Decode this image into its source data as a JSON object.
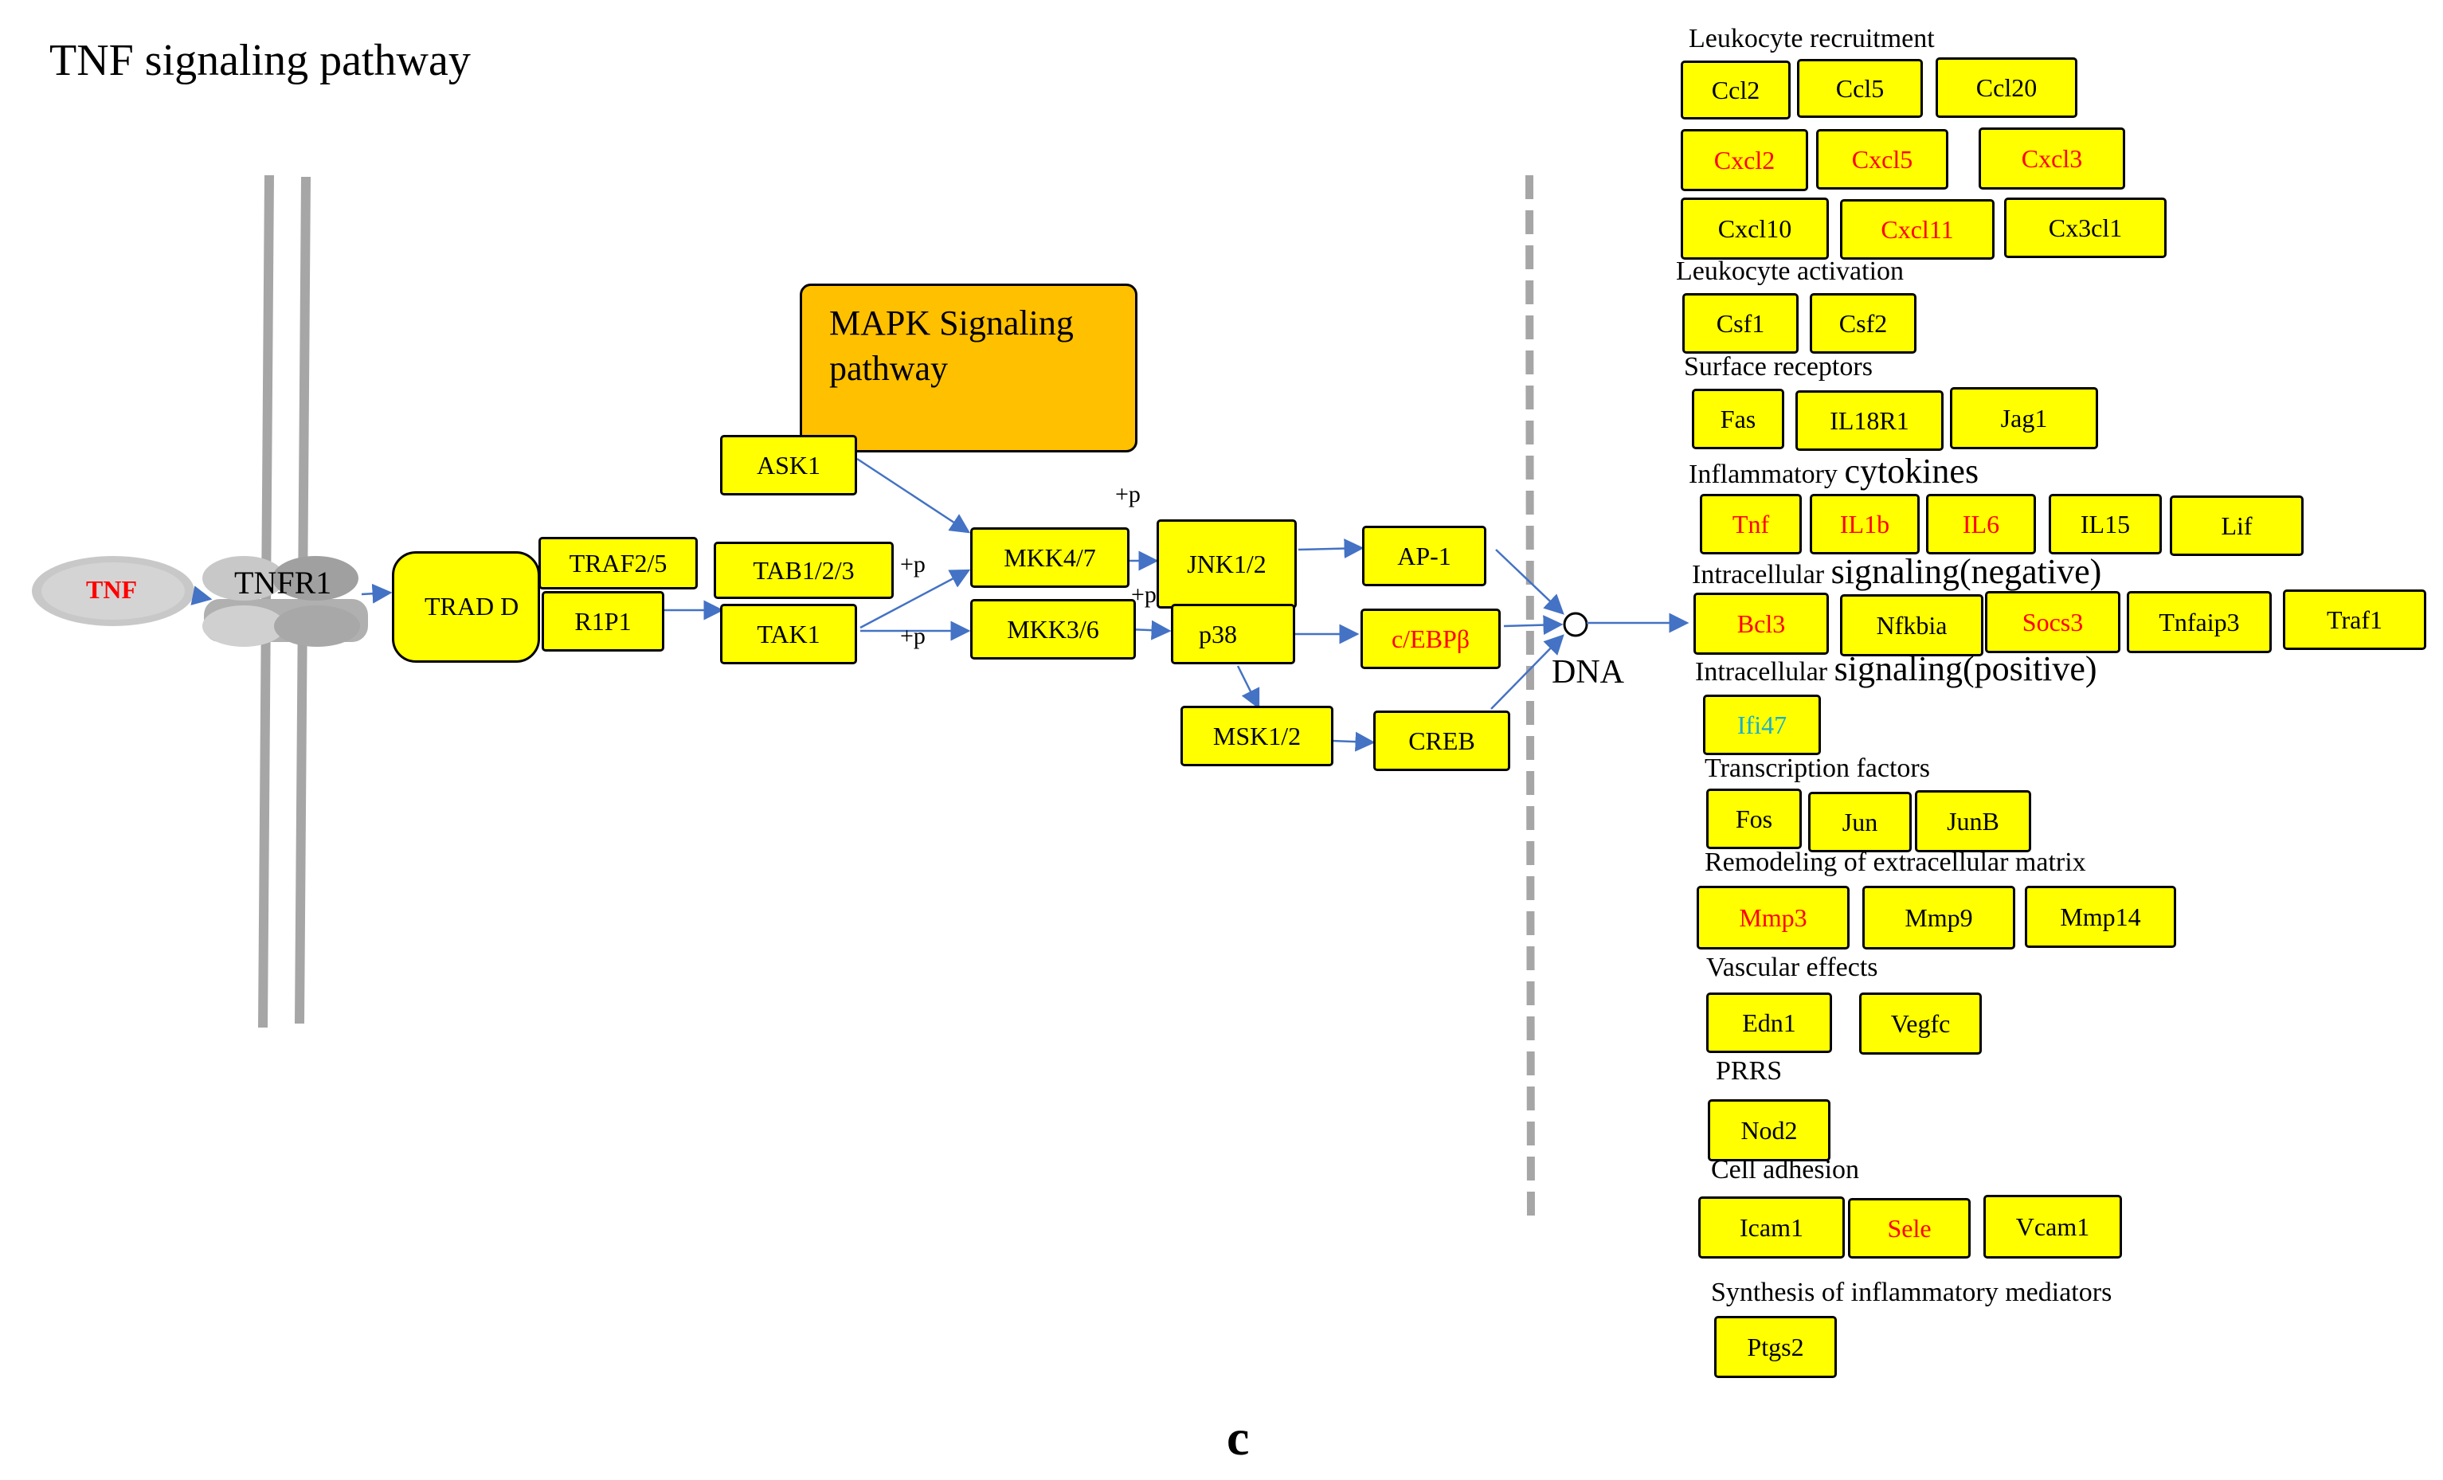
{
  "title": "TNF signaling pathway",
  "panel_label": "c",
  "membrane": {
    "ligand": "TNF",
    "receptor": "TNFR1"
  },
  "mapk_box": "MAPK Signaling pathway",
  "dna_label": "DNA",
  "phosphorylation_label": "+p",
  "nodes": {
    "tradd": "TRAD D",
    "traf25": "TRAF2/5",
    "rip1": "R1P1",
    "ask1": "ASK1",
    "tab123": "TAB1/2/3",
    "tak1": "TAK1",
    "mkk47": "MKK4/7",
    "mkk36": "MKK3/6",
    "jnk12": "JNK1/2",
    "p38": "p38",
    "msk12": "MSK1/2",
    "ap1": "AP-1",
    "cebpb": "c/EBPβ",
    "creb": "CREB"
  },
  "target_groups": [
    {
      "label": "Leukocyte recruitment",
      "genes": [
        "Ccl2",
        "Ccl5",
        "Ccl20",
        "Cxcl2",
        "Cxcl5",
        "Cxcl3",
        "Cxcl10",
        "Cxcl11",
        "Cx3cl1"
      ]
    },
    {
      "label": "Leukocyte activation",
      "genes": [
        "Csf1",
        "Csf2"
      ]
    },
    {
      "label": "Surface receptors",
      "genes": [
        "Fas",
        "IL18R1",
        "Jag1"
      ]
    },
    {
      "label_small": "Inflammatory ",
      "label_big": "cytokines",
      "genes": [
        "Tnf",
        "IL1b",
        "IL6",
        "IL15",
        "Lif"
      ]
    },
    {
      "label_small": "Intracellular ",
      "label_big": "signaling(negative)",
      "genes": [
        "Bcl3",
        "Nfkbia",
        "Socs3",
        "Tnfaip3",
        "Traf1"
      ]
    },
    {
      "label_small": "Intracellular ",
      "label_big": "signaling(positive)",
      "genes": [
        "Ifi47"
      ]
    },
    {
      "label": "Transcription factors",
      "genes": [
        "Fos",
        "Jun",
        "JunB"
      ]
    },
    {
      "label": "Remodeling of extracellular matrix",
      "genes": [
        "Mmp3",
        "Mmp9",
        "Mmp14"
      ]
    },
    {
      "label": "Vascular effects",
      "genes": [
        "Edn1",
        "Vegfc"
      ]
    },
    {
      "label": "PRRS",
      "genes": [
        "Nod2"
      ]
    },
    {
      "label": "Cell adhesion",
      "genes": [
        "Icam1",
        "Sele",
        "Vcam1"
      ]
    },
    {
      "label": "Synthesis of inflammatory mediators",
      "genes": [
        "Ptgs2"
      ]
    }
  ],
  "colors": {
    "gene_fill": "#ffff00",
    "upregulated_text": "#ff0000",
    "highlight_text": "#1ab0c8",
    "mapk_fill": "#ffc000",
    "arrow": "#4472c4",
    "membrane": "#a6a6a6"
  }
}
